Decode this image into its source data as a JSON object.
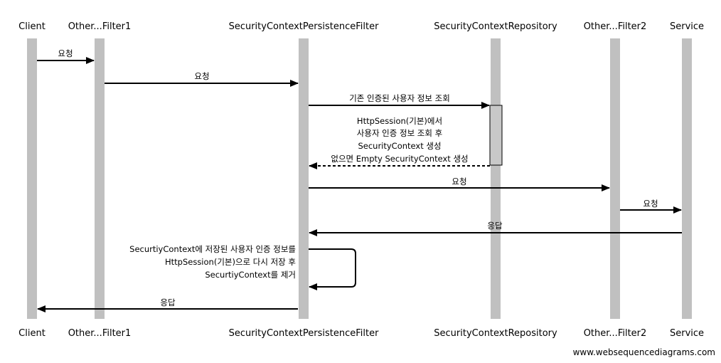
{
  "participants": [
    {
      "id": "client",
      "label": "Client"
    },
    {
      "id": "other1",
      "label": "Other...Filter1"
    },
    {
      "id": "scpf",
      "label": "SecurityContextPersistenceFilter"
    },
    {
      "id": "scr",
      "label": "SecurityContextRepository"
    },
    {
      "id": "other2",
      "label": "Other...Filter2"
    },
    {
      "id": "service",
      "label": "Service"
    }
  ],
  "messages": [
    {
      "id": "m1",
      "from": "client",
      "to": "other1",
      "kind": "sync",
      "lines": [
        "요청"
      ]
    },
    {
      "id": "m2",
      "from": "other1",
      "to": "scpf",
      "kind": "sync",
      "lines": [
        "요청"
      ]
    },
    {
      "id": "m3",
      "from": "scpf",
      "to": "scr",
      "kind": "sync",
      "lines": [
        "기존 인증된 사용자 정보 조회"
      ]
    },
    {
      "id": "m4",
      "from": "scr",
      "to": "scpf",
      "kind": "return",
      "lines": [
        "HttpSession(기본)에서",
        "사용자 인증 정보 조회 후",
        "SecurityContext 생성",
        "없으면 Empty SecurityContext 생성"
      ]
    },
    {
      "id": "m5",
      "from": "scpf",
      "to": "other2",
      "kind": "sync",
      "lines": [
        "요청"
      ]
    },
    {
      "id": "m6",
      "from": "other2",
      "to": "service",
      "kind": "sync",
      "lines": [
        "요청"
      ]
    },
    {
      "id": "m7",
      "from": "service",
      "to": "scpf",
      "kind": "sync",
      "lines": [
        "응답"
      ]
    },
    {
      "id": "m8",
      "from": "scpf",
      "to": "scpf",
      "kind": "self",
      "lines": [
        "SecurtiyContext에 저장된 사용자 인증 정보를",
        "HttpSession(기본)으로 다시 저장 후",
        "SecurtiyContext를 제거"
      ]
    },
    {
      "id": "m9",
      "from": "scpf",
      "to": "client",
      "kind": "sync",
      "lines": [
        "응답"
      ]
    }
  ],
  "watermark": "www.websequencediagrams.com",
  "colors": {
    "lifeline": "#c0c0c0",
    "activation_fill": "#c8c8c8",
    "arrow": "#000000"
  }
}
